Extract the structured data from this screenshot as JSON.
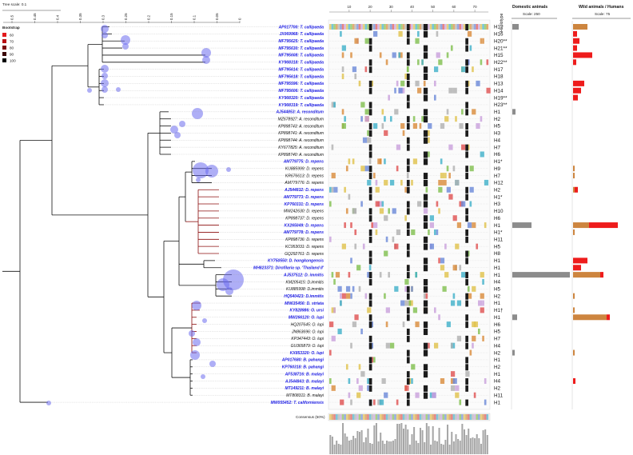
{
  "scale": {
    "label": "Tree scale: 0.1"
  },
  "axis_ticks": [
    "0.5",
    "0.45",
    "0.4",
    "0.35",
    "0.3",
    "0.25",
    "0.2",
    "0.15",
    "0.1",
    "0.05",
    "0"
  ],
  "bootstrap_legend": {
    "title": "Bootstrap",
    "items": [
      {
        "label": "60",
        "color": "#e31a1c"
      },
      {
        "label": "70",
        "color": "#b80f13"
      },
      {
        "label": "80",
        "color": "#7a0a0d"
      },
      {
        "label": "90",
        "color": "#3a0506"
      },
      {
        "label": "100",
        "color": "#000000"
      }
    ]
  },
  "alignment_ticks": [
    "10",
    "20",
    "30",
    "40",
    "50",
    "60",
    "70"
  ],
  "haplotype_header": "Haplotype",
  "domestic": {
    "title": "Domestic animals",
    "scale": "Scale: 250"
  },
  "wild": {
    "title": "Wild animals / Humans",
    "scale": "Scale: 75"
  },
  "consensus_label": "Consensus (50%)",
  "colors": {
    "blue_label": "#2323e6",
    "bubble": "#6b6bef",
    "grey_bar": "#8c8c8c",
    "brown_bar": "#cd853f",
    "red_bar": "#ee1c1c"
  },
  "taxa": [
    {
      "label": "AP017700: T. callipaeda",
      "blue": true,
      "hap": "H1",
      "dom": 8,
      "wb": 18,
      "wr": 0
    },
    {
      "label": "JX069968: T. callipaeda",
      "blue": true,
      "hap": "H16",
      "dom": 0,
      "wb": 0,
      "wr": 5
    },
    {
      "label": "MF795625: T. callipaeda",
      "blue": true,
      "hap": "H20**",
      "dom": 0,
      "wb": 0,
      "wr": 8
    },
    {
      "label": "MF795630: T. callipaeda",
      "blue": true,
      "hap": "H21**",
      "dom": 0,
      "wb": 0,
      "wr": 5
    },
    {
      "label": "MF795608: T. callipaeda",
      "blue": true,
      "hap": "H15",
      "dom": 0,
      "wb": 0,
      "wr": 24
    },
    {
      "label": "KY908318: T. callipaeda",
      "blue": true,
      "hap": "H22**",
      "dom": 0,
      "wb": 0,
      "wr": 4
    },
    {
      "label": "MF795614: T. callipaeda",
      "blue": true,
      "hap": "H17",
      "dom": 0,
      "wb": 0,
      "wr": 0
    },
    {
      "label": "MF795618: T. callipaeda",
      "blue": true,
      "hap": "H18",
      "dom": 0,
      "wb": 0,
      "wr": 0
    },
    {
      "label": "MF795596: T. callipaeda",
      "blue": true,
      "hap": "H13",
      "dom": 0,
      "wb": 0,
      "wr": 14
    },
    {
      "label": "MF795606: T. callipaeda",
      "blue": true,
      "hap": "H14",
      "dom": 0,
      "wb": 0,
      "wr": 10
    },
    {
      "label": "KY908320: T. callipaeda",
      "blue": true,
      "hap": "H19**",
      "dom": 0,
      "wb": 0,
      "wr": 6
    },
    {
      "label": "KY908319: T. callipaeda",
      "blue": true,
      "hap": "H23**",
      "dom": 0,
      "wb": 0,
      "wr": 0
    },
    {
      "label": "AJ544853: A. reconditum",
      "blue": true,
      "hap": "H1",
      "dom": 4,
      "wb": 0,
      "wr": 0
    },
    {
      "label": "MZ678927: A. reconditum",
      "blue": false,
      "hap": "H2",
      "dom": 0,
      "wb": 0,
      "wr": 0
    },
    {
      "label": "KP898743: A. reconditum",
      "blue": false,
      "hap": "H5",
      "dom": 0,
      "wb": 0,
      "wr": 0
    },
    {
      "label": "KP898741: A. reconditum",
      "blue": false,
      "hap": "H3",
      "dom": 0,
      "wb": 0,
      "wr": 0
    },
    {
      "label": "KP898744: A. reconditum",
      "blue": false,
      "hap": "H4",
      "dom": 0,
      "wb": 0,
      "wr": 0
    },
    {
      "label": "KY677825: A. reconditum",
      "blue": false,
      "hap": "H7",
      "dom": 0,
      "wb": 0,
      "wr": 0
    },
    {
      "label": "KP898740: A. reconditum",
      "blue": false,
      "hap": "H6",
      "dom": 0,
      "wb": 0,
      "wr": 0
    },
    {
      "label": "AM779775: D. repens",
      "blue": true,
      "hap": "H1*",
      "dom": 0,
      "wb": 0,
      "wr": 0
    },
    {
      "label": "KU885999: D. repens",
      "blue": false,
      "hap": "H9",
      "dom": 0,
      "wb": 2,
      "wr": 0
    },
    {
      "label": "KR676613: D. repens",
      "blue": false,
      "hap": "H7",
      "dom": 0,
      "wb": 2,
      "wr": 0
    },
    {
      "label": "AM779776: D. repens",
      "blue": false,
      "hap": "H12",
      "dom": 0,
      "wb": 0,
      "wr": 0
    },
    {
      "label": "AJ544832: D. repens",
      "blue": true,
      "hap": "H2",
      "dom": 0,
      "wb": 2,
      "wr": 4
    },
    {
      "label": "AM779773: D. repens",
      "blue": true,
      "hap": "H1*",
      "dom": 0,
      "wb": 0,
      "wr": 0
    },
    {
      "label": "KP760331: D. repens",
      "blue": true,
      "hap": "H3",
      "dom": 0,
      "wb": 0,
      "wr": 0
    },
    {
      "label": "MW242630: D. repens",
      "blue": false,
      "hap": "H10",
      "dom": 0,
      "wb": 0,
      "wr": 0
    },
    {
      "label": "KP898737: D. repens",
      "blue": false,
      "hap": "H6",
      "dom": 0,
      "wb": 0,
      "wr": 0
    },
    {
      "label": "KX265049: D. repens",
      "blue": true,
      "hap": "H1",
      "dom": 24,
      "wb": 20,
      "wr": 36
    },
    {
      "label": "AM779778: D. repens",
      "blue": true,
      "hap": "H1*",
      "dom": 0,
      "wb": 2,
      "wr": 0
    },
    {
      "label": "KP898736: D. repens",
      "blue": false,
      "hap": "H11",
      "dom": 0,
      "wb": 0,
      "wr": 0
    },
    {
      "label": "KC953031: D. repens",
      "blue": false,
      "hap": "H5",
      "dom": 0,
      "wb": 0,
      "wr": 0
    },
    {
      "label": "GQ292761: D. repens",
      "blue": false,
      "hap": "H8",
      "dom": 0,
      "wb": 0,
      "wr": 0
    },
    {
      "label": "KY750550: D. hongkongensis",
      "blue": true,
      "hap": "H1",
      "dom": 0,
      "wb": 0,
      "wr": 18
    },
    {
      "label": "MH823371: Dirofilaria sp. 'Thailand II'",
      "blue": true,
      "hap": "H1",
      "dom": 0,
      "wb": 0,
      "wr": 10
    },
    {
      "label": "AJ537512: D. immitis",
      "blue": true,
      "hap": "H1",
      "dom": 72,
      "wb": 34,
      "wr": 4
    },
    {
      "label": "KM205415: D.immitis",
      "blue": false,
      "hap": "H4",
      "dom": 0,
      "wb": 0,
      "wr": 0
    },
    {
      "label": "KU885998: D.immitis",
      "blue": false,
      "hap": "H5",
      "dom": 0,
      "wb": 0,
      "wr": 0
    },
    {
      "label": "HQ540423: D.immitis",
      "blue": true,
      "hap": "H2",
      "dom": 0,
      "wb": 2,
      "wr": 0
    },
    {
      "label": "MN635456: D. striata",
      "blue": true,
      "hap": "H1",
      "dom": 0,
      "wb": 0,
      "wr": 0
    },
    {
      "label": "KY828986: O. ursi",
      "blue": true,
      "hap": "H1†",
      "dom": 0,
      "wb": 2,
      "wr": 0
    },
    {
      "label": "MW266120: O. lupi",
      "blue": true,
      "hap": "H1",
      "dom": 6,
      "wb": 42,
      "wr": 4
    },
    {
      "label": "HQ207645: O. lupi",
      "blue": false,
      "hap": "H6",
      "dom": 0,
      "wb": 0,
      "wr": 0
    },
    {
      "label": "JN863696: O. lupi",
      "blue": false,
      "hap": "H5",
      "dom": 0,
      "wb": 0,
      "wr": 0
    },
    {
      "label": "KP347443: O. lupi",
      "blue": false,
      "hap": "H7",
      "dom": 0,
      "wb": 0,
      "wr": 0
    },
    {
      "label": "GU365879: O. lupi",
      "blue": false,
      "hap": "H4",
      "dom": 0,
      "wb": 0,
      "wr": 0
    },
    {
      "label": "KX853320: O. lupi",
      "blue": true,
      "hap": "H2",
      "dom": 3,
      "wb": 2,
      "wr": 0
    },
    {
      "label": "AP017680: B. pahangi",
      "blue": true,
      "hap": "H1",
      "dom": 0,
      "wb": 0,
      "wr": 0
    },
    {
      "label": "KP760318: B. pahangi",
      "blue": true,
      "hap": "H2",
      "dom": 0,
      "wb": 0,
      "wr": 0
    },
    {
      "label": "AF538716: B. malayi",
      "blue": true,
      "hap": "H1",
      "dom": 0,
      "wb": 0,
      "wr": 0
    },
    {
      "label": "AJ544843: B. malayi",
      "blue": true,
      "hap": "H4",
      "dom": 0,
      "wb": 0,
      "wr": 3
    },
    {
      "label": "MT149211: B. malayi",
      "blue": true,
      "hap": "H2",
      "dom": 0,
      "wb": 0,
      "wr": 0
    },
    {
      "label": "MT808311: B. malayi",
      "blue": false,
      "hap": "H11",
      "dom": 0,
      "wb": 0,
      "wr": 0
    },
    {
      "label": "MW055452: T. californiensis",
      "blue": true,
      "hap": "H1",
      "dom": 0,
      "wb": 0,
      "wr": 0
    }
  ]
}
